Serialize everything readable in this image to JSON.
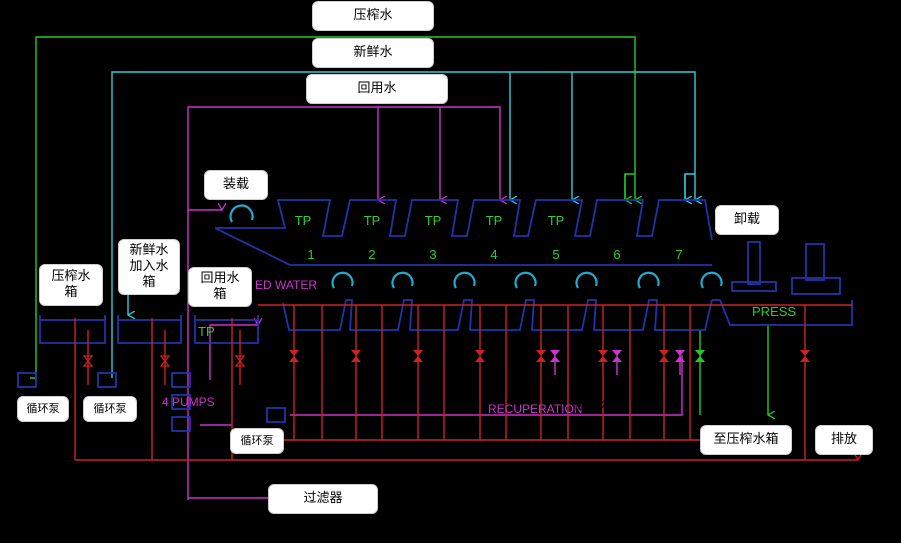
{
  "labels": {
    "press_water": "压榨水",
    "fresh_water": "新鲜水",
    "recycled_water": "回用水",
    "loading": "装载",
    "unloading": "卸载",
    "press_tank": "压榨水\n箱",
    "fresh_tank": "新鲜水\n加入水\n箱",
    "recycled_tank": "回用水\n箱",
    "pump_left1": "循环泵",
    "pump_left2": "循环泵",
    "pump_mid": "循环泵",
    "filter": "过滤器",
    "to_press_tank": "至压榨水箱",
    "discharge": "排放",
    "recuperation_cn": "回用水"
  },
  "diagram_text": {
    "tp": "TP",
    "units": [
      "1",
      "2",
      "3",
      "4",
      "5",
      "6",
      "7"
    ],
    "press": "PRESS",
    "pumps": "4 PUMPS",
    "recuperation": "RECUPERATION",
    "feed_water": "ED WATER",
    "tank_tp": "TP"
  },
  "colors": {
    "background": "#000000",
    "frame": "#2233aa",
    "drain_red": "#cc2222",
    "press_green": "#22cc22",
    "fresh_cyan": "#33ccdd",
    "recycled_magenta": "#cc33cc",
    "rotation_cyan": "#22aacc",
    "label_bg": "#ffffff"
  }
}
